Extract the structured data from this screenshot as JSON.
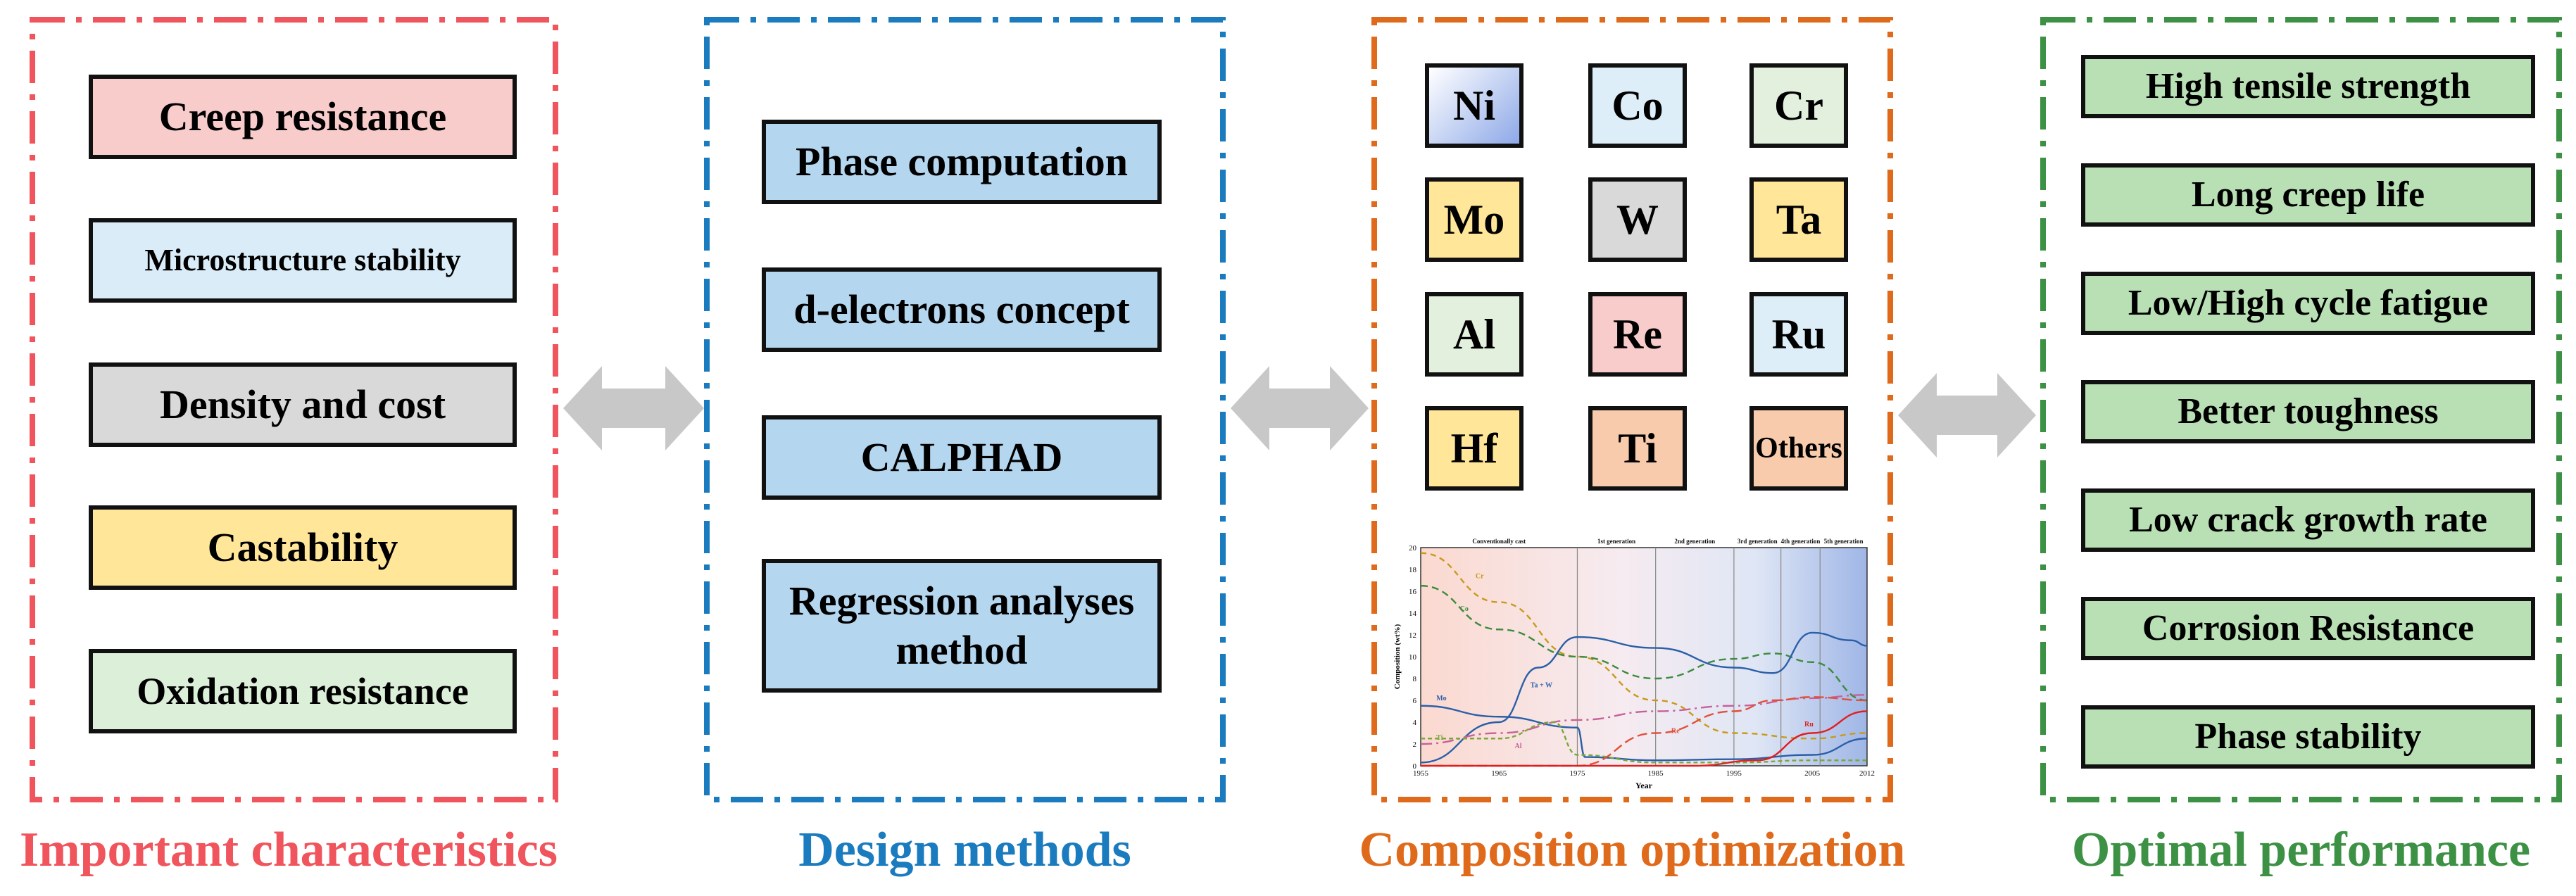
{
  "colors": {
    "characteristics": "#f0545c",
    "design": "#1a7bbf",
    "composition": "#e06a1b",
    "performance": "#3d9145",
    "arrow": "#c8c8c8"
  },
  "characteristics": {
    "caption": "Important characteristics",
    "items": [
      {
        "label": "Creep resistance",
        "fill": "#f9cccc"
      },
      {
        "label": "Microstructure stability",
        "fill": "#d9ecf8"
      },
      {
        "label": "Density and cost",
        "fill": "#d9d9d9"
      },
      {
        "label": "Castability",
        "fill": "#ffe699"
      },
      {
        "label": "Oxidation resistance",
        "fill": "#dcefd9"
      }
    ]
  },
  "design": {
    "caption": "Design methods",
    "items": [
      {
        "label": "Phase computation"
      },
      {
        "label": "d-electrons concept"
      },
      {
        "label": "CALPHAD"
      },
      {
        "label": "Regression analyses method"
      }
    ],
    "fill": "#b4d6ef"
  },
  "composition": {
    "caption": "Composition optimization",
    "elements": [
      {
        "symbol": "Ni",
        "fill": "gradient"
      },
      {
        "symbol": "Co",
        "fill": "#ddeef8"
      },
      {
        "symbol": "Cr",
        "fill": "#e2f0dd"
      },
      {
        "symbol": "Mo",
        "fill": "#ffe699"
      },
      {
        "symbol": "W",
        "fill": "#d9d9d9"
      },
      {
        "symbol": "Ta",
        "fill": "#ffe699"
      },
      {
        "symbol": "Al",
        "fill": "#e2f0dd"
      },
      {
        "symbol": "Re",
        "fill": "#f9cccc"
      },
      {
        "symbol": "Ru",
        "fill": "#ddeef8"
      },
      {
        "symbol": "Hf",
        "fill": "#ffe699"
      },
      {
        "symbol": "Ti",
        "fill": "#f8cbad"
      },
      {
        "symbol": "Others",
        "fill": "#f8cbad"
      }
    ]
  },
  "performance": {
    "caption": "Optimal performance",
    "fill": "#b9e0b4",
    "items": [
      {
        "label": "High tensile strength"
      },
      {
        "label": "Long creep life"
      },
      {
        "label": "Low/High cycle fatigue"
      },
      {
        "label": "Better toughness"
      },
      {
        "label": "Low crack growth rate"
      },
      {
        "label": "Corrosion Resistance"
      },
      {
        "label": "Phase stability"
      }
    ]
  },
  "chart_data": {
    "type": "line",
    "title": "",
    "xlabel": "Year",
    "ylabel": "Composition (wt%)",
    "xlim": [
      1955,
      2012
    ],
    "ylim": [
      0,
      20
    ],
    "xticks": [
      "1955",
      "1965",
      "1975",
      "1985",
      "1995",
      "2005",
      "2012"
    ],
    "yticks": [
      "0",
      "2",
      "4",
      "6",
      "8",
      "10",
      "12",
      "14",
      "16",
      "18",
      "20"
    ],
    "eras": [
      {
        "label": "Conventionally cast",
        "from": 1955,
        "to": 1975
      },
      {
        "label": "1st generation",
        "from": 1975,
        "to": 1985
      },
      {
        "label": "2nd generation",
        "from": 1985,
        "to": 1995
      },
      {
        "label": "3rd generation",
        "from": 1995,
        "to": 2001
      },
      {
        "label": "4th generation",
        "from": 2001,
        "to": 2006
      },
      {
        "label": "5th generation",
        "from": 2006,
        "to": 2012
      }
    ],
    "series": [
      {
        "name": "Cr",
        "color": "#c89a1a",
        "dash": "8,6",
        "x": [
          1955,
          1965,
          1975,
          1985,
          1995,
          2005,
          2012
        ],
        "y": [
          19.5,
          15,
          10,
          6,
          3,
          2.5,
          3
        ]
      },
      {
        "name": "Co",
        "color": "#3d8b3d",
        "dash": "10,6",
        "x": [
          1955,
          1965,
          1975,
          1985,
          1995,
          2000,
          2005,
          2012
        ],
        "y": [
          16.5,
          12.5,
          10,
          8,
          9.8,
          10.3,
          9.5,
          6
        ]
      },
      {
        "name": "Ta + W",
        "color": "#2a5fa8",
        "dash": "",
        "x": [
          1955,
          1965,
          1970,
          1975,
          1985,
          1995,
          2000,
          2005,
          2010,
          2012
        ],
        "y": [
          0.3,
          4,
          9,
          11.8,
          10.8,
          9,
          8.5,
          12.2,
          11.5,
          11
        ]
      },
      {
        "name": "Mo",
        "color": "#2a5fa8",
        "dash": "",
        "x": [
          1955,
          1965,
          1975,
          1976,
          1985,
          1995,
          2005,
          2012
        ],
        "y": [
          5.5,
          4.5,
          3.5,
          0.8,
          0.5,
          0.6,
          1,
          2.5
        ]
      },
      {
        "name": "Al",
        "color": "#c8609a",
        "dash": "16,6,3,6",
        "x": [
          1955,
          1965,
          1975,
          1985,
          1995,
          2005,
          2012
        ],
        "y": [
          2,
          3,
          4.2,
          5,
          5.5,
          6.2,
          6.5
        ]
      },
      {
        "name": "Ti",
        "color": "#7aa83d",
        "dash": "6,4",
        "x": [
          1955,
          1965,
          1972,
          1975,
          1985,
          1995,
          2005,
          2012
        ],
        "y": [
          2.5,
          2.5,
          4,
          1,
          0.3,
          0.3,
          0.5,
          0.5
        ]
      },
      {
        "name": "Re",
        "color": "#e0503a",
        "dash": "14,6",
        "x": [
          1955,
          1975,
          1985,
          1995,
          2000,
          2005,
          2012
        ],
        "y": [
          0,
          0,
          3,
          5,
          6,
          6.3,
          6
        ]
      },
      {
        "name": "Ru",
        "color": "#e02020",
        "dash": "",
        "x": [
          1955,
          1990,
          1998,
          2005,
          2012
        ],
        "y": [
          0,
          0,
          0.5,
          3,
          5
        ]
      }
    ]
  }
}
